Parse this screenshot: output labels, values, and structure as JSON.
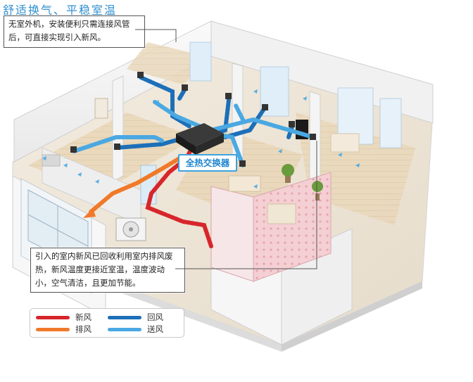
{
  "title": "舒适换气、平稳室温",
  "callouts": {
    "top": "无室外机，安装便利只需连接风管后，可直接实现引入新风。",
    "bottom": "引入的室内新风已回收利用室内排风废热，新风温度更接近室温，温度波动小，空气清洁，且更加节能。"
  },
  "exchanger_label": "全热交换器",
  "legend": [
    {
      "label": "新风",
      "color": "#d7262b",
      "icon": "fresh-air-line"
    },
    {
      "label": "回风",
      "color": "#1c6fb8",
      "icon": "return-air-line"
    },
    {
      "label": "排风",
      "color": "#f07a2a",
      "icon": "exhaust-air-line"
    },
    {
      "label": "送风",
      "color": "#4aa8e2",
      "icon": "supply-air-line"
    }
  ]
}
